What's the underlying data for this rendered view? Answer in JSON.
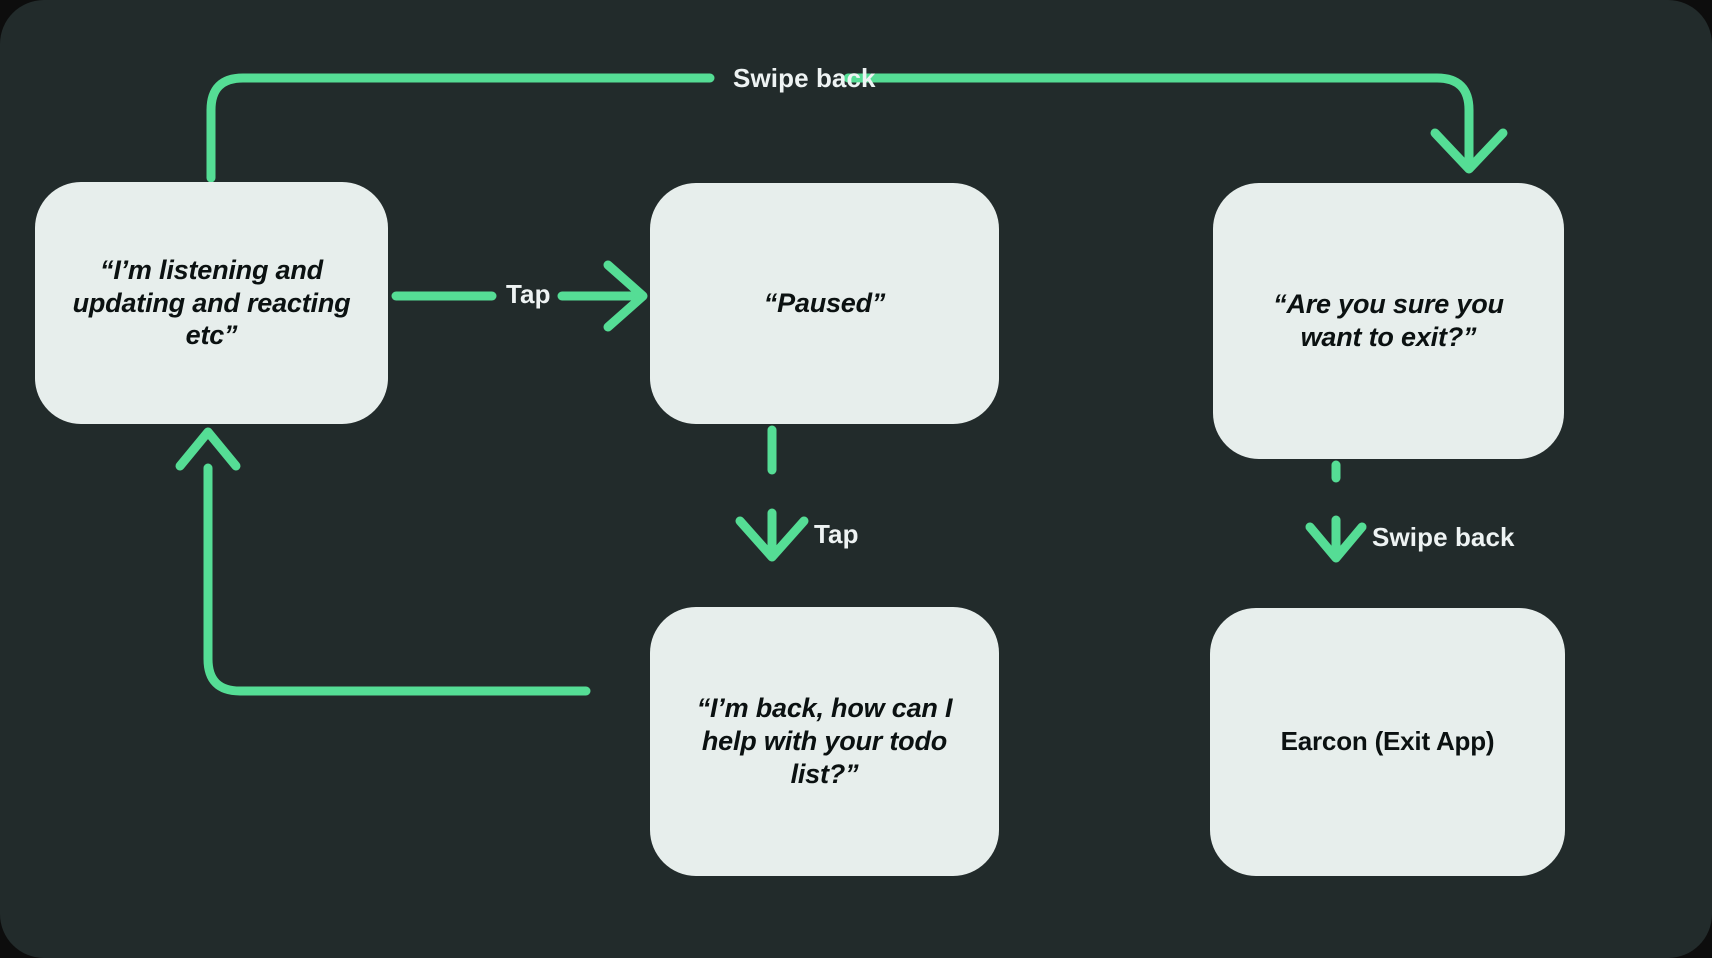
{
  "diagram": {
    "type": "flowchart",
    "title": "Voice assistant pause / exit state flow",
    "background_color": "#222b2b",
    "node_color": "#e7eeec",
    "node_text_color": "#0b1111",
    "edge_color": "#55dd95",
    "edge_label_color": "#eef3f3",
    "nodes": [
      {
        "id": "listening",
        "label": "“I’m listening and\nupdating and reacting\netc”",
        "style": "italic"
      },
      {
        "id": "paused",
        "label": "“Paused”",
        "style": "italic"
      },
      {
        "id": "confirm",
        "label": "“Are you sure you\nwant to exit?”",
        "style": "italic"
      },
      {
        "id": "imback",
        "label": "“I’m back, how can I\nhelp with your todo\nlist?”",
        "style": "italic"
      },
      {
        "id": "earcon",
        "label": "Earcon (Exit App)",
        "style": "upright"
      }
    ],
    "edges": [
      {
        "id": "listening-to-paused",
        "from": "listening",
        "to": "paused",
        "label": "Tap",
        "direction": "right"
      },
      {
        "id": "paused-to-imback",
        "from": "paused",
        "to": "imback",
        "label": "Tap",
        "direction": "down"
      },
      {
        "id": "listening-to-confirm",
        "from": "listening",
        "to": "confirm",
        "label": "Swipe back",
        "direction": "up-right-down"
      },
      {
        "id": "confirm-to-earcon",
        "from": "confirm",
        "to": "earcon",
        "label": "Swipe back",
        "direction": "down"
      },
      {
        "id": "imback-to-listening",
        "from": "imback",
        "to": "listening",
        "label": "",
        "direction": "left-up"
      }
    ]
  }
}
